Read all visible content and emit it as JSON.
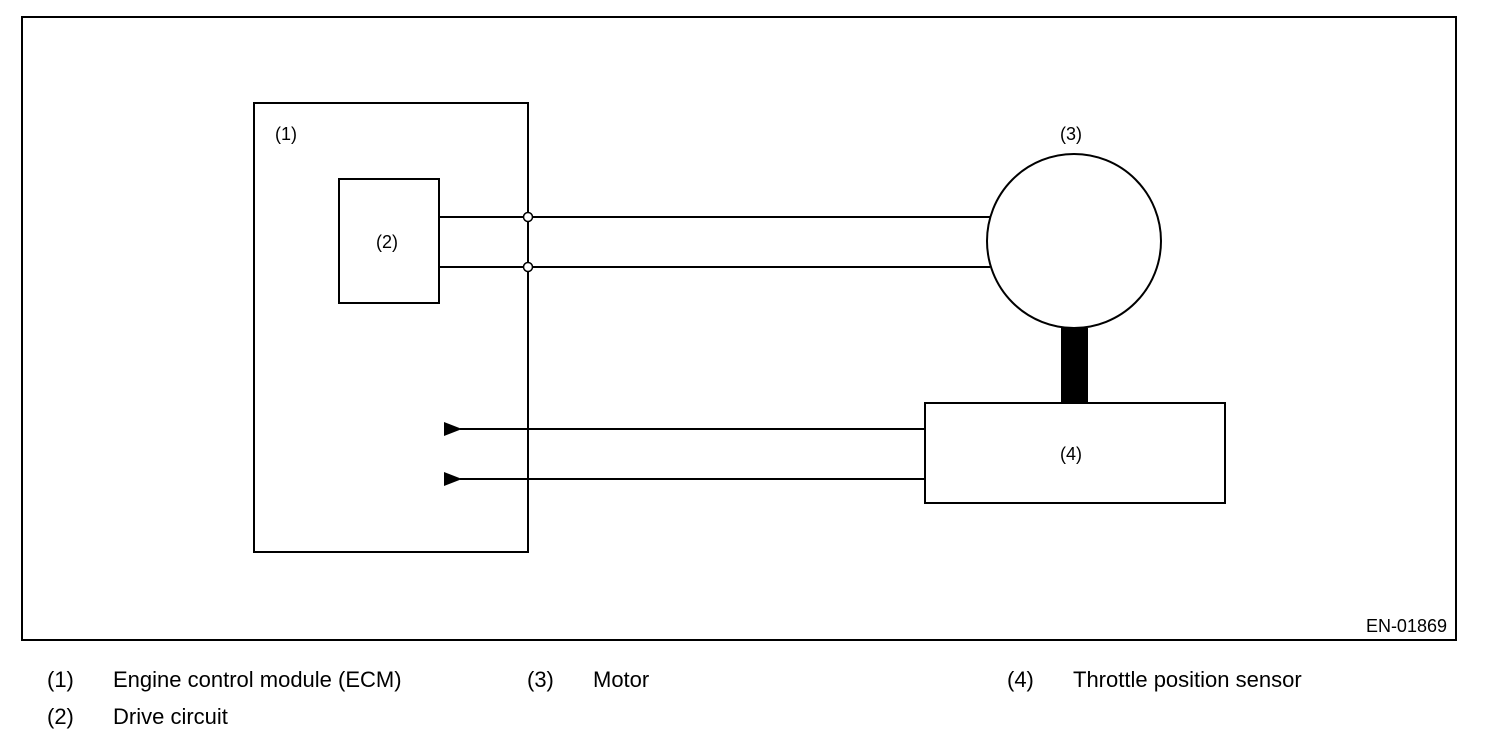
{
  "diagram": {
    "reference_code": "EN-01869",
    "callouts": {
      "ecm": "(1)",
      "drive_circuit": "(2)",
      "motor": "(3)",
      "throttle_sensor": "(4)"
    }
  },
  "legend": [
    {
      "num": "(1)",
      "label": "Engine control module (ECM)"
    },
    {
      "num": "(2)",
      "label": "Drive circuit"
    },
    {
      "num": "(3)",
      "label": "Motor"
    },
    {
      "num": "(4)",
      "label": "Throttle position sensor"
    }
  ]
}
